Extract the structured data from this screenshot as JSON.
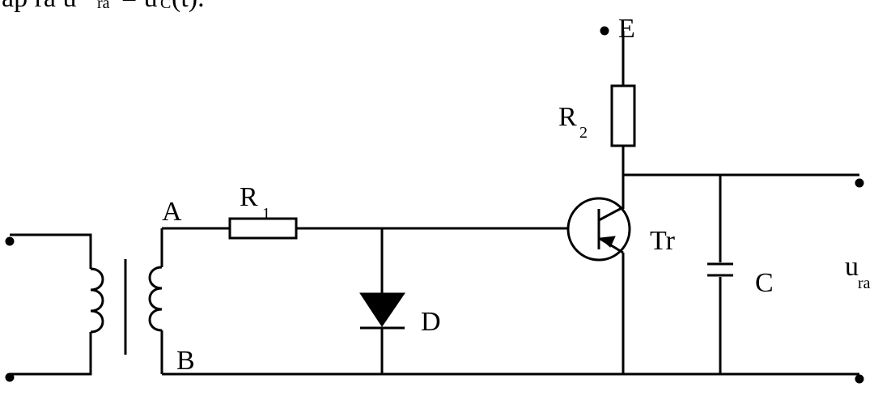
{
  "header": {
    "text_fragment": "áp ra u",
    "sub_ra": "ra",
    "text_fragment_2": "= u",
    "sub_c": "C",
    "text_fragment_3": "(t)."
  },
  "labels": {
    "E": "E",
    "R2_main": "R",
    "R2_sub": "2",
    "R1_main": "R",
    "R1_sub": "1",
    "A": "A",
    "B": "B",
    "Tr": "Tr",
    "C": "C",
    "D": "D",
    "ura_main": "u",
    "ura_sub": "ra"
  }
}
